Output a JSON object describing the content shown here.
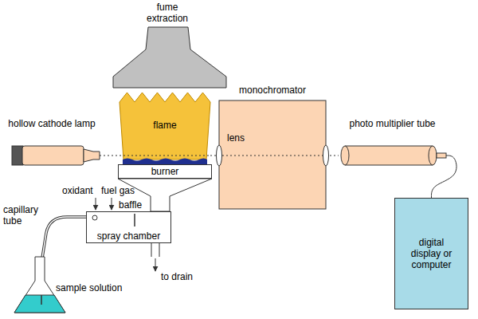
{
  "diagram": {
    "nodes": [
      {
        "text": [
          "hollow cathode lamp"
        ]
      },
      {
        "text": [
          "flame"
        ]
      },
      {
        "text": [
          "burner"
        ]
      },
      {
        "text": [
          "monochromator"
        ]
      },
      {
        "text": [
          "photo multiplier tube"
        ]
      },
      {
        "text": [
          "digital display or computer"
        ]
      },
      {
        "text": [
          "spray chamber"
        ]
      }
    ],
    "edges": [
      {
        "from": 0,
        "to": 1,
        "arrow": "none"
      },
      {
        "from": 1,
        "to": 3,
        "arrow": "none"
      },
      {
        "from": 3,
        "to": 4,
        "arrow": "none"
      },
      {
        "from": 4,
        "to": 5,
        "arrow": "none"
      }
    ],
    "labels": [
      "fume extraction",
      "lens",
      "oxidant",
      "fuel gas",
      "baffle",
      "capillary tube",
      "sample solution",
      "to drain"
    ]
  }
}
